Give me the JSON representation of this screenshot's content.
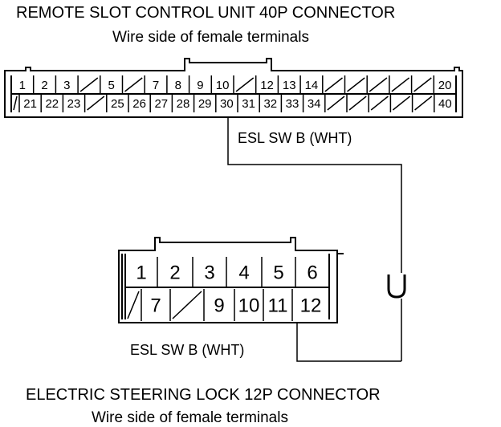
{
  "connector_40p": {
    "title": "REMOTE SLOT CONTROL UNIT 40P CONNECTOR",
    "subtitle": "Wire side of female terminals",
    "row1": [
      "1",
      "2",
      "3",
      "",
      "5",
      "",
      "7",
      "8",
      "9",
      "10",
      "",
      "12",
      "13",
      "14",
      "",
      "",
      "",
      "",
      "",
      "20"
    ],
    "row2": [
      "",
      "21",
      "22",
      "23",
      "",
      "25",
      "26",
      "27",
      "28",
      "29",
      "30",
      "31",
      "32",
      "33",
      "34",
      "",
      "",
      "",
      "",
      "",
      "40"
    ],
    "wire_label": "ESL SW B (WHT)"
  },
  "connector_12p": {
    "title": "ELECTRIC STEERING LOCK 12P CONNECTOR",
    "subtitle": "Wire side of female terminals",
    "row1": [
      "1",
      "2",
      "3",
      "4",
      "5",
      "6"
    ],
    "row2": [
      "",
      "7",
      "",
      "9",
      "10",
      "11",
      "12"
    ],
    "wire_label": "ESL SW B (WHT)"
  },
  "continuity_symbol": "U"
}
